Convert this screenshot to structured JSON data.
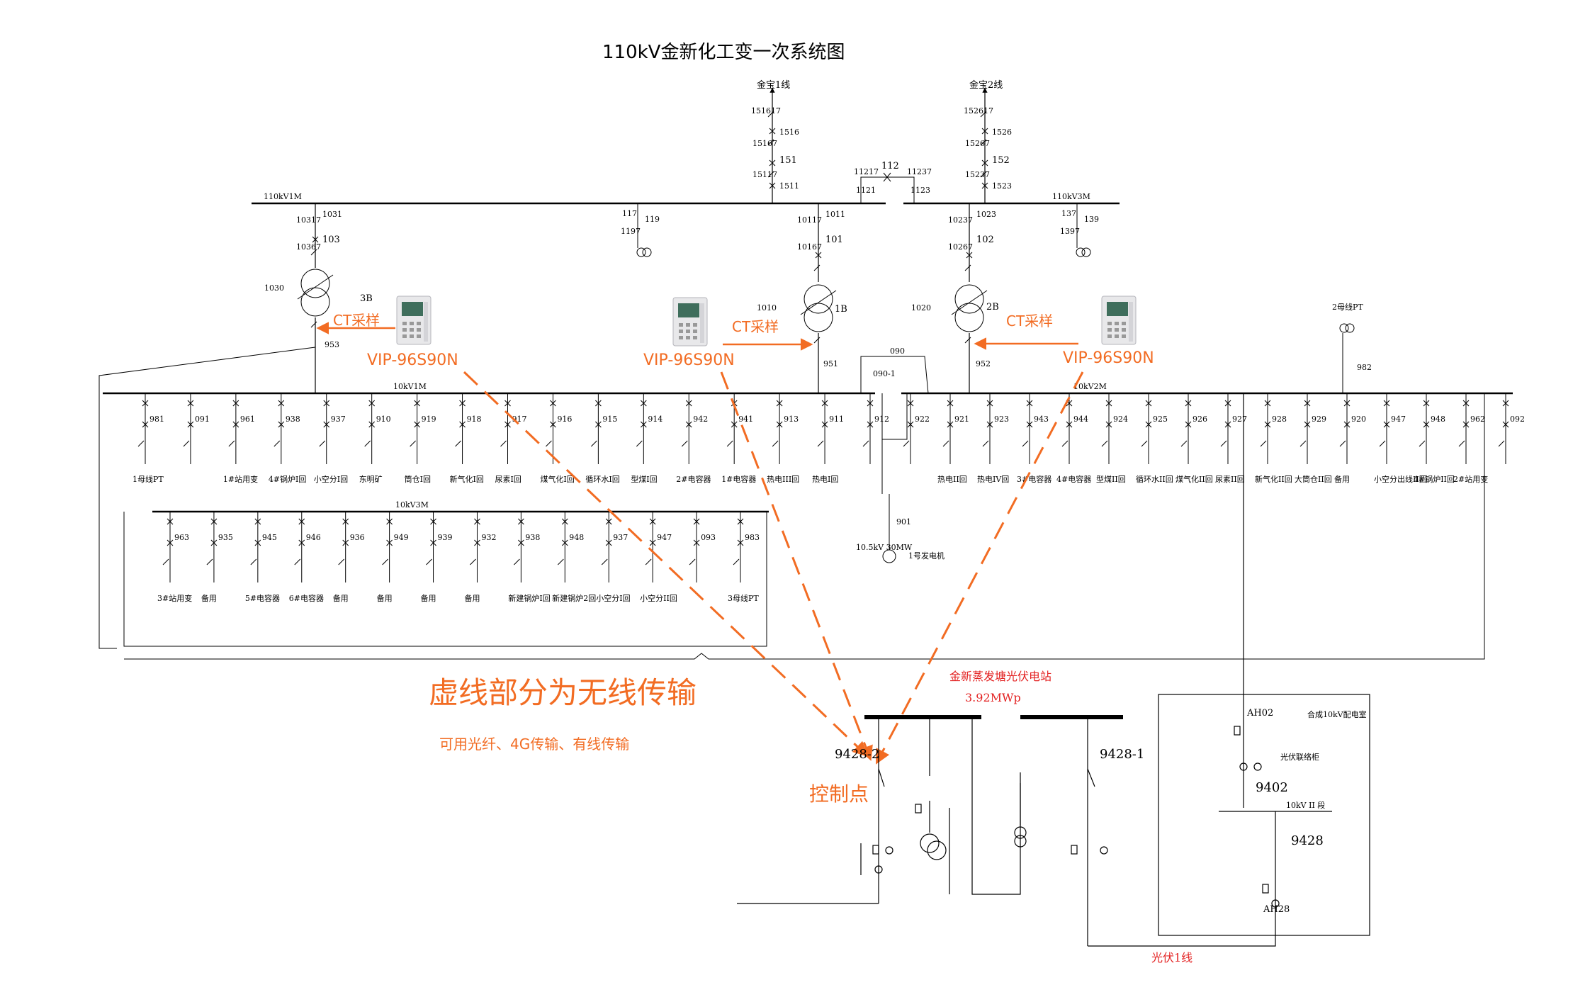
{
  "title": "110kV金新化工变一次系统图",
  "lines": {
    "top_left": "金宝1线",
    "top_right": "金宝2线",
    "pv_line": "光伏1线"
  },
  "buses": {
    "b110_1": "110kV1M",
    "b110_3": "110kV3M",
    "b10_1": "10kV1M",
    "b10_2": "10kV2M",
    "b10_3": "10kV3M",
    "pv_sec2": "10kV II 段"
  },
  "top_left_codes": [
    "151617",
    "1516",
    "15167",
    "151",
    "15117",
    "1511"
  ],
  "top_right_codes": [
    "152617",
    "1526",
    "15267",
    "152",
    "15237",
    "1523"
  ],
  "coupler_codes": [
    "11217",
    "112",
    "11237",
    "1121",
    "1123"
  ],
  "feeder_left_codes": [
    "10317",
    "1031",
    "103",
    "10367"
  ],
  "feeder_mid_codes": [
    "10117",
    "1011",
    "101",
    "10167"
  ],
  "feeder_right_codes": [
    "10237",
    "1023",
    "102",
    "10267"
  ],
  "pt_codes": [
    "117",
    "119",
    "1197",
    "137",
    "139",
    "1397"
  ],
  "transformers": [
    "3B",
    "1B",
    "2B"
  ],
  "neutral_codes": [
    "1030",
    "1010",
    "1020"
  ],
  "lv_codes": [
    "953",
    "951",
    "952",
    "090",
    "090-1",
    "982",
    "2母线PT"
  ],
  "devices": {
    "model": "VIP-96S90N",
    "ct_label": "CT采样"
  },
  "feeders_1m": [
    {
      "code": "981",
      "name": "1母线PT"
    },
    {
      "code": "091",
      "name": ""
    },
    {
      "code": "961",
      "name": "1#站用变"
    },
    {
      "code": "938",
      "name": "4#锅炉I回"
    },
    {
      "code": "937",
      "name": "小空分I回"
    },
    {
      "code": "910",
      "name": "东明矿"
    },
    {
      "code": "919",
      "name": "筒仓I回"
    },
    {
      "code": "918",
      "name": "新气化I回"
    },
    {
      "code": "917",
      "name": "尿素I回"
    },
    {
      "code": "916",
      "name": "煤气化I回"
    },
    {
      "code": "915",
      "name": "循环水I回"
    },
    {
      "code": "914",
      "name": "型煤I回"
    },
    {
      "code": "942",
      "name": "2#电容器"
    },
    {
      "code": "941",
      "name": "1#电容器"
    },
    {
      "code": "913",
      "name": "热电III回"
    },
    {
      "code": "911",
      "name": "热电I回"
    },
    {
      "code": "912",
      "name": ""
    }
  ],
  "feeders_2m": [
    {
      "code": "922",
      "name": ""
    },
    {
      "code": "921",
      "name": "热电II回"
    },
    {
      "code": "923",
      "name": "热电IV回"
    },
    {
      "code": "943",
      "name": "3#电容器"
    },
    {
      "code": "944",
      "name": "4#电容器"
    },
    {
      "code": "924",
      "name": "型煤II回"
    },
    {
      "code": "925",
      "name": "循环水II回"
    },
    {
      "code": "926",
      "name": "煤气化II回"
    },
    {
      "code": "927",
      "name": "尿素II回"
    },
    {
      "code": "928",
      "name": "新气化II回"
    },
    {
      "code": "929",
      "name": "大筒仓II回"
    },
    {
      "code": "920",
      "name": "备用"
    },
    {
      "code": "947",
      "name": "小空分出线II回"
    },
    {
      "code": "948",
      "name": "4#锅炉II回"
    },
    {
      "code": "962",
      "name": "2#站用变"
    },
    {
      "code": "092",
      "name": ""
    }
  ],
  "feeders_3m": [
    {
      "code": "963",
      "name": "3#站用变"
    },
    {
      "code": "935",
      "name": "备用"
    },
    {
      "code": "945",
      "name": "5#电容器"
    },
    {
      "code": "946",
      "name": "6#电容器"
    },
    {
      "code": "936",
      "name": "备用"
    },
    {
      "code": "949",
      "name": "备用"
    },
    {
      "code": "939",
      "name": "备用"
    },
    {
      "code": "932",
      "name": "备用"
    },
    {
      "code": "938",
      "name": "新建锅炉I回"
    },
    {
      "code": "948",
      "name": "新建锅炉2回"
    },
    {
      "code": "937",
      "name": "小空分I回"
    },
    {
      "code": "947",
      "name": "小空分II回"
    },
    {
      "code": "093",
      "name": ""
    },
    {
      "code": "983",
      "name": "3母线PT"
    }
  ],
  "generator": {
    "code": "901",
    "rating": "10.5kV 30MW",
    "name": "1号发电机"
  },
  "pv_station": {
    "name": "金新蒸发塘光伏电站",
    "capacity": "3.92MWp",
    "switch_a": "9428-2",
    "switch_b": "9428-1",
    "control": "控制点"
  },
  "distribution_room": {
    "name": "合成10kV配电室",
    "ah02": "AH02",
    "cabinet": "光伏联络柜",
    "c9402": "9402",
    "c9428": "9428",
    "ah28": "AH28"
  },
  "notes": {
    "wireless": "虚线部分为无线传输",
    "methods": "可用光纤、4G传输、有线传输"
  },
  "colors": {
    "line": "#000000",
    "accent_orange": "#f26c23",
    "red_text": "#e32222"
  }
}
